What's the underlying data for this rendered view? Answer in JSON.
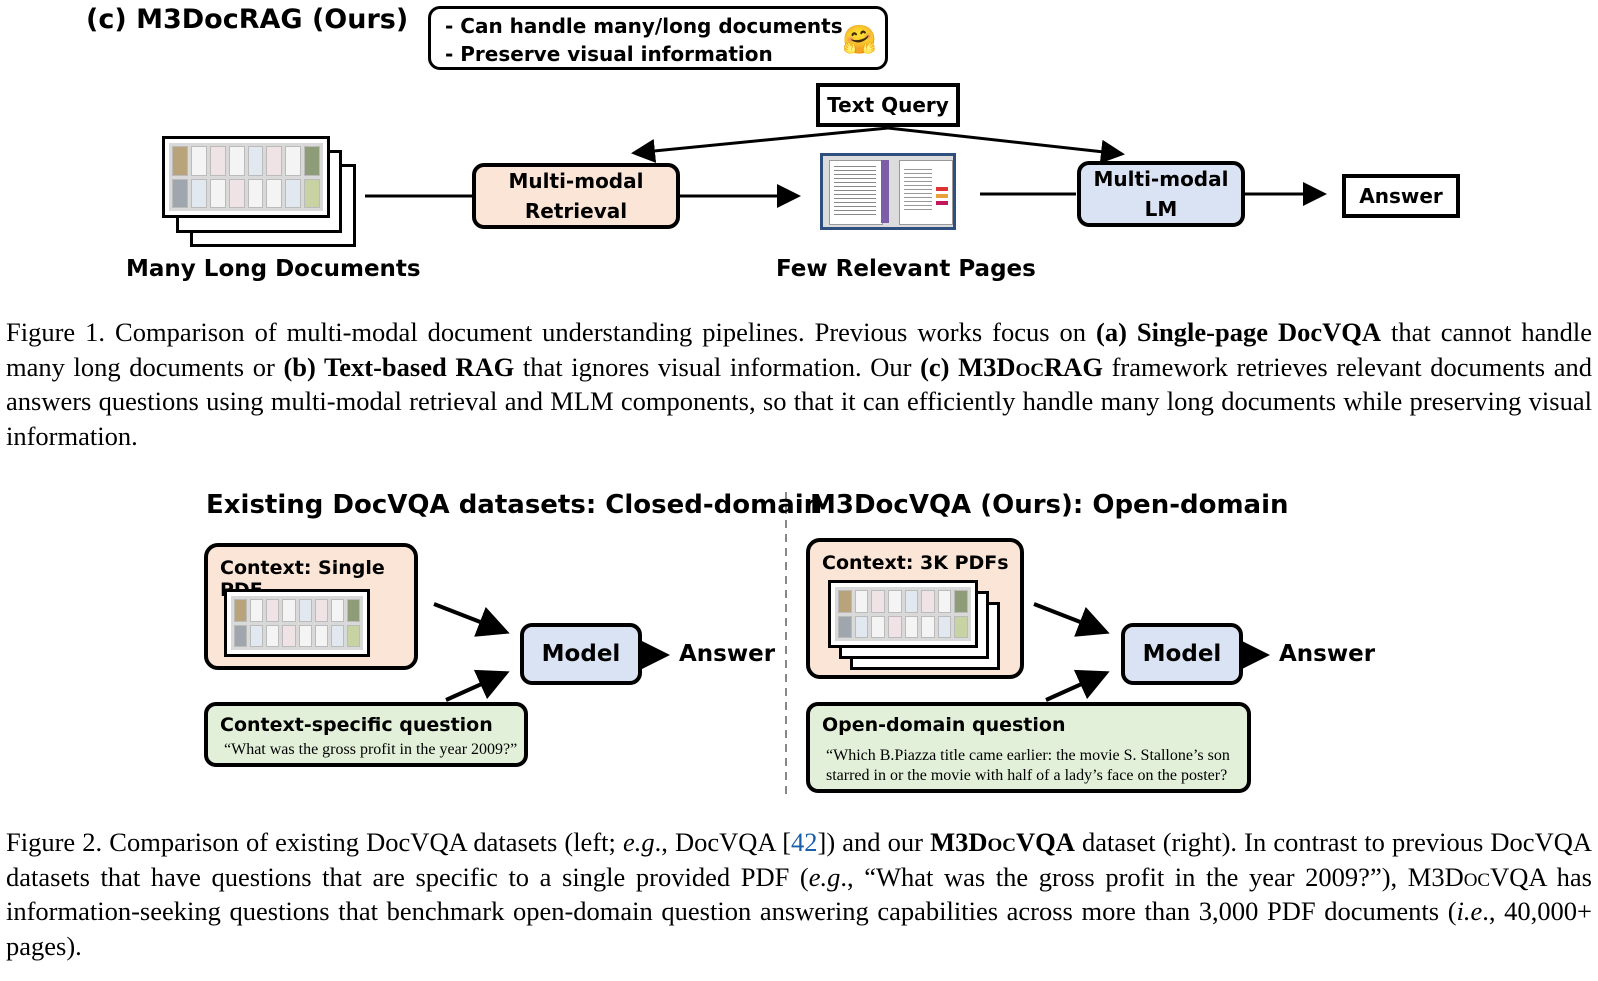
{
  "figure1": {
    "panel_title": "(c) M3DocRAG (Ours)",
    "benefits": [
      "- Can handle many/long documents",
      "- Preserve visual information"
    ],
    "benefit_emoji": "🤗",
    "text_query": "Text Query",
    "retrieval_line1": "Multi-modal",
    "retrieval_line2": "Retrieval",
    "lm_line1": "Multi-modal",
    "lm_line2": "LM",
    "answer": "Answer",
    "docs_label": "Many Long Documents",
    "pages_label": "Few Relevant Pages",
    "colors": {
      "retrieval_fill": "#fbe5d6",
      "lm_fill": "#dae3f3",
      "pages_frame": "#2f4f7f"
    }
  },
  "caption1": {
    "prefix": "Figure 1. Comparison of multi-modal document understanding pipelines. Previous works focus on ",
    "a_label": "(a)",
    "a_name": "Single-page DocVQA",
    "a_rest": " that cannot handle many long documents or ",
    "b_label": "(b)",
    "b_name": "Text-based RAG",
    "b_rest": " that ignores visual information. Our ",
    "c_label": "(c)",
    "c_name_pre": "M3D",
    "c_name_sc": "oc",
    "c_name_post": "RAG",
    "c_rest": " framework retrieves relevant documents and answers questions using multi-modal retrieval and MLM components, so that it can efficiently handle many long documents while preserving visual information."
  },
  "figure2": {
    "left_title": "Existing DocVQA datasets: Closed-domain",
    "right_title": "M3DocVQA (Ours): Open-domain",
    "left_context": "Context: Single PDF",
    "right_context": "Context: 3K PDFs",
    "model": "Model",
    "answer": "Answer",
    "left_q_title": "Context-specific question",
    "left_q_text": "“What was the gross profit in the year 2009?”",
    "right_q_title": "Open-domain question",
    "right_q_line1": "“Which B.Piazza title came earlier: the movie S. Stallone’s son",
    "right_q_line2": "starred in or the movie with half of a lady’s face on the poster?",
    "colors": {
      "context_fill": "#fbe5d6",
      "model_fill": "#dae3f3",
      "question_fill": "#e2f0d9"
    }
  },
  "caption2": {
    "prefix": "Figure 2.  Comparison of existing DocVQA datasets (left; ",
    "eg1": "e.g",
    "mid1": "., DocVQA [",
    "cite": "42",
    "mid2": "]) and our ",
    "name_pre": "M3D",
    "name_sc": "oc",
    "name_post": "VQA",
    "mid3": " dataset (right).  In contrast to previous DocVQA datasets that have questions that are specific to a single provided PDF (",
    "eg2": "e.g",
    "mid4": "., “What was the gross profit in the year 2009?”), M3D",
    "sc2": "oc",
    "mid5": "VQA has information-seeking questions that benchmark open-domain question answering capabilities across more than 3,000 PDF documents (",
    "ie": "i.e",
    "end": "., 40,000+ pages)."
  }
}
